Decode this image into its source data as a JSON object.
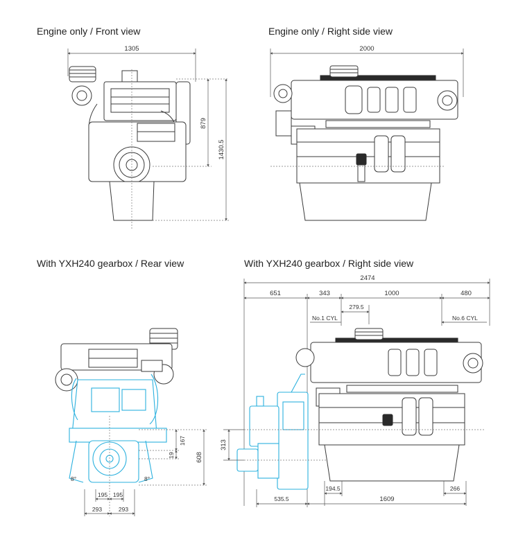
{
  "titles": {
    "front": "Engine only / Front view",
    "right": "Engine only / Right side view",
    "rear": "With YXH240 gearbox / Rear view",
    "right_gearbox": "With YXH240 gearbox / Right side view"
  },
  "front_view": {
    "width": "1305",
    "height_total": "1430.5",
    "height_upper": "879"
  },
  "right_view": {
    "length": "2000"
  },
  "rear_view": {
    "h1": "167",
    "h2": "19",
    "h3": "608",
    "angle_left": "8°",
    "angle_right": "8°",
    "w_inner_left": "195",
    "w_inner_right": "195",
    "w_outer_left": "293",
    "w_outer_right": "293"
  },
  "right_gearbox_view": {
    "total": "2474",
    "seg1": "651",
    "seg2": "343",
    "seg3": "1000",
    "seg4": "480",
    "cyl_offset": "279.5",
    "cyl1_label": "No.1 CYL",
    "cyl6_label": "No.6 CYL",
    "h_shaft": "313",
    "b1": "194.5",
    "b2": "266",
    "b3": "535.5",
    "b4": "1609"
  },
  "colors": {
    "engine": "#3a3a3a",
    "gearbox": "#2ab0de",
    "dimension": "#555555"
  }
}
